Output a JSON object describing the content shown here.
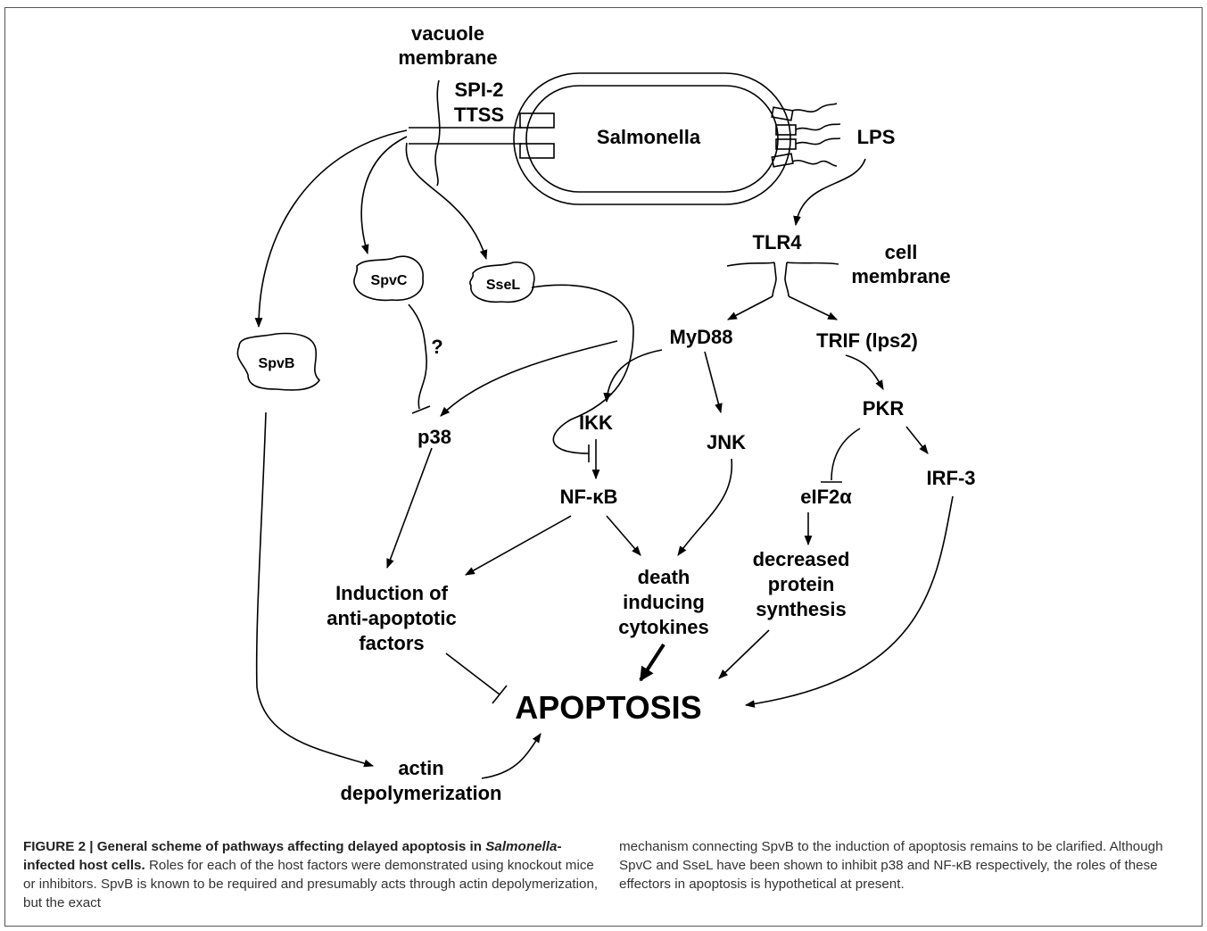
{
  "labels": {
    "vacuole": "vacuole",
    "membrane": "membrane",
    "spi2": "SPI-2",
    "ttss": "TTSS",
    "salmonella": "Salmonella",
    "lps": "LPS",
    "tlr4": "TLR4",
    "cell": "cell",
    "cell_membrane": "membrane",
    "spvc": "SpvC",
    "ssel": "SseL",
    "spvb": "SpvB",
    "question": "?",
    "p38": "p38",
    "myd88": "MyD88",
    "trif": "TRIF (lps2)",
    "ikk": "IKK",
    "jnk": "JNK",
    "pkr": "PKR",
    "irf3": "IRF-3",
    "nfkb": "NF-κB",
    "eif2a": "eIF2α",
    "death1": "death",
    "death2": "inducing",
    "death3": "cytokines",
    "dec1": "decreased",
    "dec2": "protein",
    "dec3": "synthesis",
    "ind1": "Induction of",
    "ind2": "anti-apoptotic",
    "ind3": "factors",
    "apoptosis": "APOPTOSIS",
    "actin1": "actin",
    "actin2": "depolymerization"
  },
  "caption": {
    "figure_label": "FIGURE 2 | General scheme of pathways affecting delayed apoptosis in",
    "organism": "Salmonella",
    "infected": "-infected host cells.",
    "left_text": " Roles for each of the host factors were demonstrated using knockout mice or inhibitors. SpvB is known to be required and presumably acts through actin depolymerization, but the exact",
    "right_text": "mechanism connecting SpvB to the induction of apoptosis remains to be clarified. Although SpvC and SseL have been shown to inhibit p38 and NF-κB respectively, the roles of these effectors in apoptosis is hypothetical at present."
  }
}
